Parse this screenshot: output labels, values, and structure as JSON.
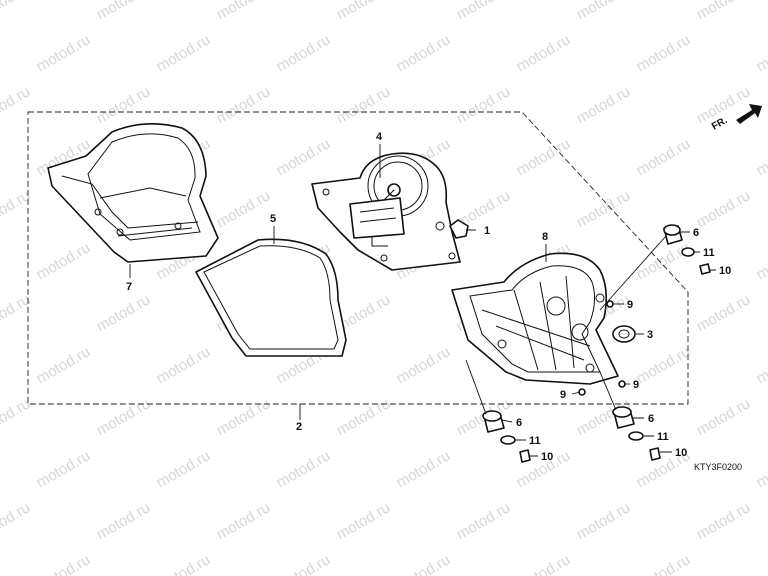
{
  "diagram": {
    "watermark": "motod.ru",
    "code": "KTY3F0200",
    "direction": "FR.",
    "callouts": [
      "1",
      "2",
      "3",
      "4",
      "5",
      "6",
      "7",
      "8",
      "9",
      "10",
      "11"
    ]
  }
}
